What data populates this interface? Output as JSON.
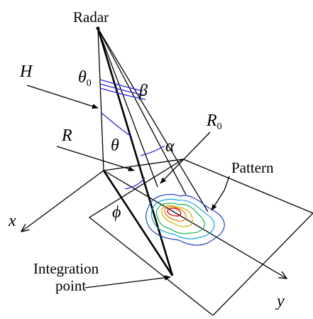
{
  "labels": {
    "radar": "Radar",
    "H": "H",
    "theta0_main": "θ",
    "theta0_sub": "0",
    "beta": "β",
    "R0_main": "R",
    "R0_sub": "0",
    "theta": "θ",
    "alpha": "α",
    "R": "R",
    "pattern": "Pattern",
    "x": "x",
    "phi": "ϕ",
    "integration_line1": "Integration",
    "integration_line2": "point",
    "y": "y"
  },
  "colors": {
    "lines": "#000000",
    "arcs": "#2b2bd6",
    "contour_outer": "#1f3fbf",
    "contour_2": "#12a6d8",
    "contour_3": "#15b34a",
    "contour_4": "#c9b400",
    "contour_5": "#e07a00",
    "contour_inner": "#d81b1b"
  }
}
